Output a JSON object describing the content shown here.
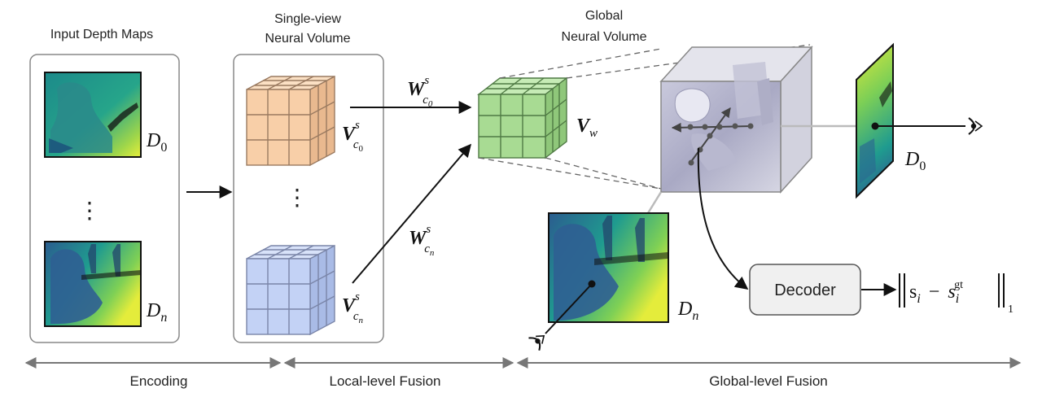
{
  "panels": {
    "input": {
      "title": "Input Depth Maps",
      "label_first": "D",
      "sub_first": "0",
      "label_last": "D",
      "sub_last": "n",
      "dots": "⋮"
    },
    "single": {
      "title_line1": "Single-view",
      "title_line2": "Neural Volume",
      "label_first": "V",
      "sup_first": "s",
      "sub_first": "c",
      "subsub_first": "0",
      "label_last": "V",
      "sup_last": "s",
      "sub_last": "c",
      "subsub_last": "n",
      "dots": "⋮"
    },
    "global": {
      "title_line1": "Global",
      "title_line2": "Neural Volume",
      "label": "V",
      "sub": "w"
    }
  },
  "weights": {
    "top": {
      "label": "W",
      "sup": "s",
      "sub": "c",
      "subsub": "0"
    },
    "bottom": {
      "label": "W",
      "sup": "s",
      "sub": "c",
      "subsub": "n"
    }
  },
  "views": {
    "right": {
      "label": "D",
      "sub": "0"
    },
    "bottom": {
      "label": "D",
      "sub": "n"
    }
  },
  "decoder": {
    "label": "Decoder"
  },
  "loss": {
    "text": "s",
    "sub_i": "i",
    "minus": "−",
    "s2": "s",
    "sub2": "i",
    "gt": "gt",
    "norm_sub": "1"
  },
  "stages": [
    {
      "label": "Encoding"
    },
    {
      "label": "Local-level Fusion"
    },
    {
      "label": "Global-level Fusion"
    }
  ],
  "colors": {
    "orange_cube": "#f8cfa8",
    "blue_cube": "#c3d2f5",
    "green_cube": "#a8db93",
    "depth_dark": "#2a3a78",
    "depth_mid": "#1f8c8c",
    "depth_light": "#d9e83a",
    "decoder_fill": "#f0f0f0",
    "axis_gray": "#777777"
  }
}
